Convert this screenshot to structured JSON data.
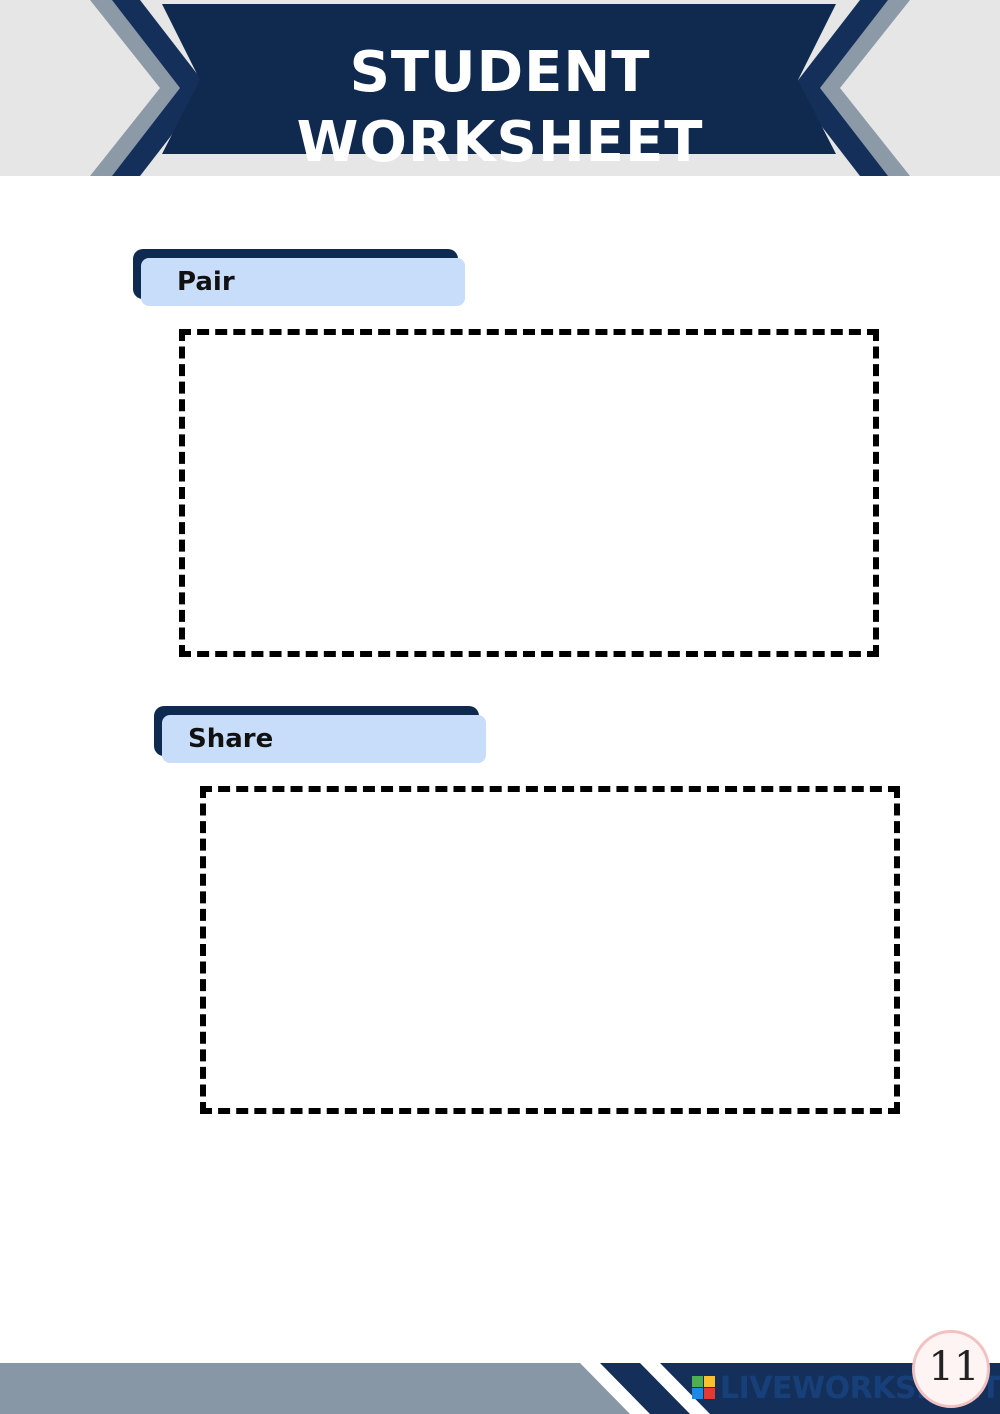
{
  "header": {
    "title": "STUDENT WORKSHEET"
  },
  "sections": [
    {
      "label": "Pair"
    },
    {
      "label": "Share"
    }
  ],
  "footer": {
    "brand": "LIVEWORKSHEETS",
    "page_number": "11"
  },
  "colors": {
    "navy": "#0f2a50",
    "label_fill": "#c8ddfa",
    "gray_band": "#8797a6",
    "header_bg": "#e6e6e6"
  }
}
